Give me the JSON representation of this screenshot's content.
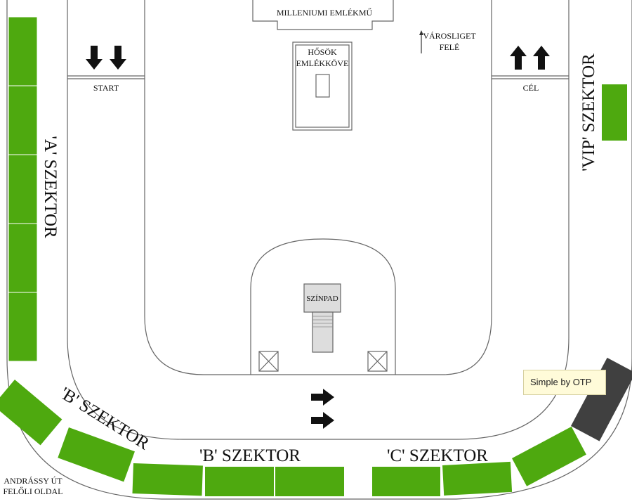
{
  "colors": {
    "sector_green": "#4ea90f",
    "sponsor_dark": "#404040",
    "outline": "#666666",
    "stage_fill": "#dddddd",
    "arrow": "#111111",
    "callout_bg": "#fffbd9"
  },
  "labels": {
    "monument_millennium": "MILLENIUMI EMLÉKMŰ",
    "heroes_stone_line1": "HŐSÖK",
    "heroes_stone_line2": "EMLÉKKÖVE",
    "city_park_line1": "VÁROSLIGET",
    "city_park_line2": "FELÉ",
    "start": "START",
    "finish": "CÉL",
    "stage": "SZÍNPAD",
    "andrassy_line1": "ANDRÁSSY ÚT",
    "andrassy_line2": "FELŐLI OLDAL"
  },
  "sectors": {
    "a": "'A' SZEKTOR",
    "b_curve": "'B' SZEKTOR",
    "b": "'B' SZEKTOR",
    "c": "'C' SZEKTOR",
    "vip": "'VIP' SZEKTOR"
  },
  "sponsor": {
    "label": "Simple by OTP"
  },
  "icons": {
    "down_arrows": "arrow-down-icon",
    "up_arrows": "arrow-up-icon",
    "right_arrows": "arrow-right-icon",
    "north_arrow": "arrow-up-icon"
  }
}
